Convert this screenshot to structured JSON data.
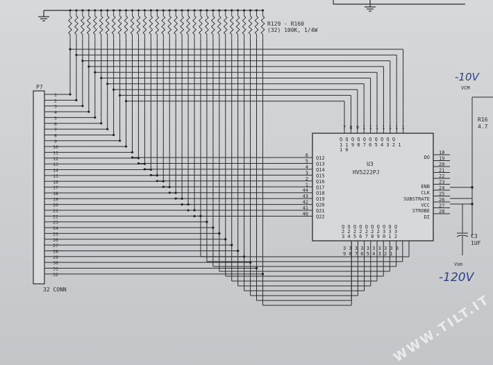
{
  "resistors": {
    "label": "R129 - R160",
    "spec": "(32) 100K, 1/4W"
  },
  "connector": {
    "ref": "P7",
    "name": "32 CONN",
    "pins": [
      "1",
      "2",
      "3",
      "4",
      "5",
      "6",
      "7",
      "8",
      "9",
      "10",
      "11",
      "12",
      "13",
      "14",
      "15",
      "16",
      "17",
      "18",
      "19",
      "20",
      "21",
      "22",
      "23",
      "24",
      "25",
      "26",
      "27",
      "28",
      "29",
      "30",
      "31",
      "32"
    ]
  },
  "chip": {
    "ref": "U3",
    "part": "HV5222PJ",
    "top_pins": [
      "7",
      "8",
      "9",
      "1",
      "1",
      "1",
      "1",
      "1",
      "1",
      "1"
    ],
    "top_labels_1": "Q Q Q Q Q Q Q Q Q Q",
    "top_labels_2": "1 1 9 8 7 6 5 4 3 2 1",
    "top_labels_3": "1 0",
    "left_pins": [
      "6",
      "5",
      "4",
      "3",
      "2",
      "1",
      "44",
      "43",
      "42",
      "41",
      "40"
    ],
    "left_labels": [
      "Q12",
      "Q13",
      "Q14",
      "Q15",
      "Q16",
      "Q17",
      "Q18",
      "Q19",
      "Q20",
      "Q21",
      "Q22"
    ],
    "right_pins": [
      "18",
      "19",
      "20",
      "21",
      "22",
      "23",
      "24",
      "25",
      "26",
      "27",
      "28"
    ],
    "right_labels": [
      "DO",
      "",
      "",
      "",
      "",
      "",
      "ENB",
      "CLK",
      "SUBSTRATE",
      "VCC",
      "STROBE",
      "DI"
    ],
    "bottom_labels_1": "Q Q Q Q Q Q Q Q Q Q",
    "bottom_labels_2": "2 2 2 2 2 2 2 3 3 3",
    "bottom_labels_3": "3 4 5 6 7 8 9 0 1 2",
    "bottom_pins_1": "3 3 3 3 3 3 3 3 3 3",
    "bottom_pins_2": "9 8 7 6 5 4 3 2 1"
  },
  "right_side": {
    "vcm": "VCM",
    "r_ref": "R16",
    "r_val": "4.7",
    "c_ref": "C3",
    "c_val": "1UF",
    "van": "Van",
    "hand_top": "-10V",
    "hand_bottom": "-120V"
  },
  "watermark": "WWW.TILT.IT",
  "colors": {
    "ink": "#2a2a2a",
    "pen": "#2b3f8a",
    "paper": "#d0d2d4"
  }
}
